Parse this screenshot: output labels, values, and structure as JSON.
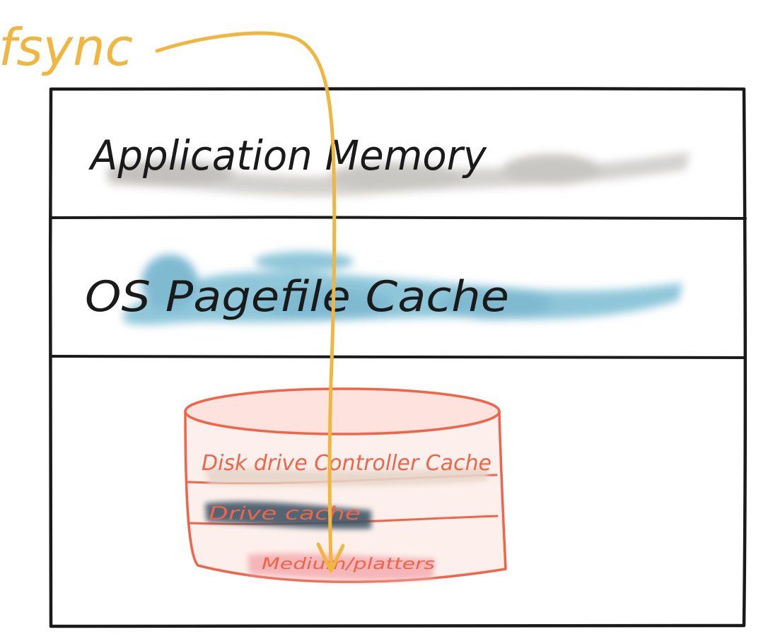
{
  "diagram": {
    "arrow_label": "fsync",
    "layers": [
      {
        "label": "Application Memory"
      },
      {
        "label": "OS Pagefile Cache"
      }
    ],
    "disk": {
      "layers": [
        {
          "label": "Disk drive Controller Cache"
        },
        {
          "label": "Drive cache"
        },
        {
          "label": "Medium/platters"
        }
      ]
    }
  },
  "colors": {
    "ink": "#1a1a1a",
    "arrow": "#f0b63f",
    "disk_outline": "#f0644a",
    "disk_fill": "#fde6e2",
    "app_memory_wash": "#cfcdca",
    "os_cache_wash": "#6fb4cc",
    "controller_cache_wash": "#e9d9cf",
    "drive_cache_wash": "#3c5466",
    "platters_wash": "#f4b6b8"
  }
}
